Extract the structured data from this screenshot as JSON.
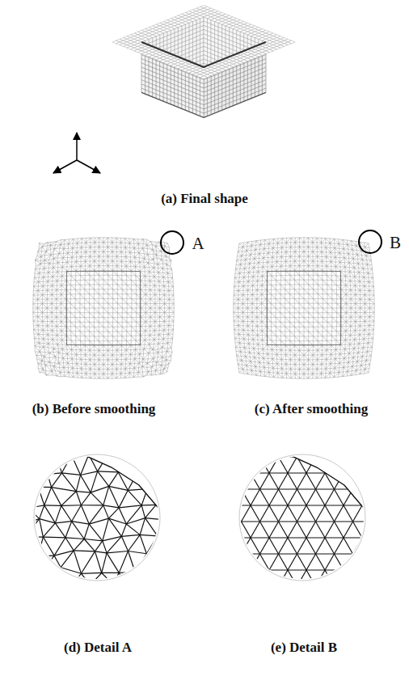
{
  "diagram": {
    "labels": [
      "(a) Final shape",
      "(b) Before smoothing",
      "(c) After smoothing",
      "(d) Detail A",
      "(e) Detail B",
      "A",
      "B"
    ]
  }
}
